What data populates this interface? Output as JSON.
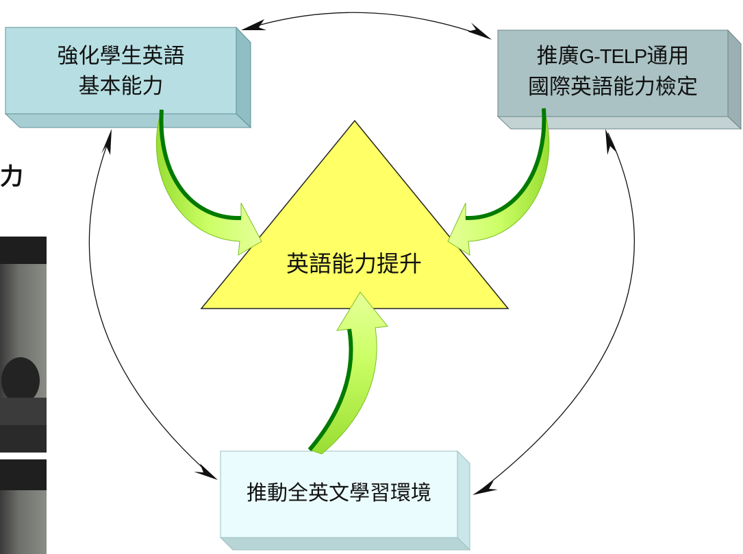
{
  "diagram": {
    "center": {
      "label": "英語能力提升",
      "fill": "#ffff66",
      "stroke": "#222222"
    },
    "boxes": {
      "top_left": {
        "lines": [
          "強化學生英語",
          "基本能力"
        ],
        "fill": "#b7dfe3",
        "shade": "#8fbfc4"
      },
      "top_right": {
        "line1_prefix": "推廣",
        "line1_latin": "G-TELP",
        "line1_suffix": "通用",
        "line2": "國際英語能力檢定",
        "fill": "#aac2c4",
        "shade": "#8ea6a8"
      },
      "bottom": {
        "label": "推動全英文學習環境",
        "fill": "#eafcfd",
        "shade": "#b7d4d6"
      }
    },
    "arrow_colors": {
      "light": "#ccff66",
      "dark": "#007a00"
    },
    "cycle_stroke": "#111111"
  },
  "left_partial": {
    "char": "力"
  },
  "photos": [
    {
      "name": "photo-classroom",
      "icon": "photo-placeholder-icon"
    },
    {
      "name": "photo-strip-2",
      "icon": "photo-placeholder-icon"
    }
  ]
}
